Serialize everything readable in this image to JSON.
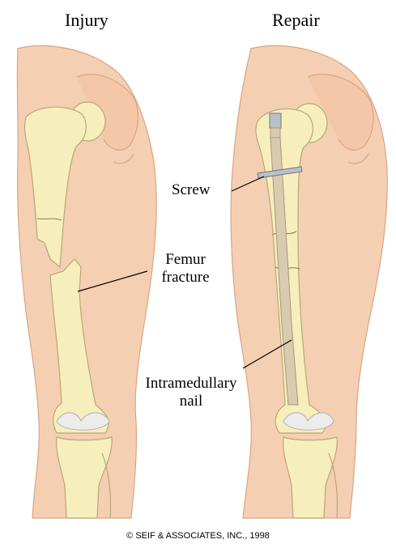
{
  "titles": {
    "left": "Injury",
    "right": "Repair"
  },
  "labels": {
    "screw": "Screw",
    "femur_line1": "Femur",
    "femur_line2": "fracture",
    "nail_line1": "Intramedullary",
    "nail_line2": "nail"
  },
  "copyright": "© SEIF & ASSOCIATES, INC., 1998",
  "colors": {
    "skin": "#f5cfb2",
    "skin_outline": "#d8a585",
    "bone": "#f7eebd",
    "bone_outline": "#b8a878",
    "cartilage": "#eaeaea",
    "nail": "#d9cbb0",
    "screw": "#b8c0c8"
  }
}
